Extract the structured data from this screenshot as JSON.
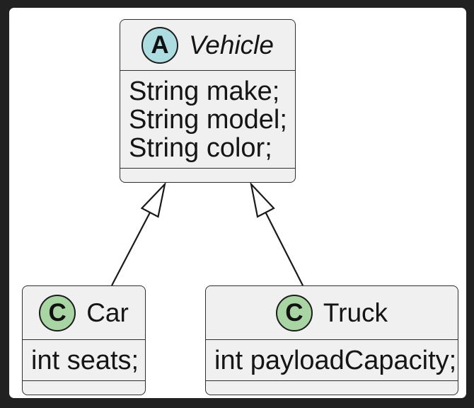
{
  "diagram": {
    "type": "uml-class-diagram",
    "classes": [
      {
        "badge_letter": "A",
        "name": "Vehicle",
        "is_abstract": true,
        "fields": [
          "String make;",
          "String model;",
          "String color;"
        ],
        "methods": []
      },
      {
        "badge_letter": "C",
        "name": "Car",
        "is_abstract": false,
        "fields": [
          "int seats;"
        ],
        "methods": []
      },
      {
        "badge_letter": "C",
        "name": "Truck",
        "is_abstract": false,
        "fields": [
          "int payloadCapacity;"
        ],
        "methods": []
      }
    ],
    "relations": [
      {
        "from": "Car",
        "to": "Vehicle",
        "type": "inheritance"
      },
      {
        "from": "Truck",
        "to": "Vehicle",
        "type": "inheritance"
      }
    ]
  },
  "colors": {
    "abstract_badge": "#addde0",
    "class_badge": "#a8d5a3",
    "node_fill": "#f0f0f0",
    "node_border": "#2f2f2f",
    "frame_background": "#212121",
    "canvas_background": "#ffffff",
    "text": "#151515"
  }
}
